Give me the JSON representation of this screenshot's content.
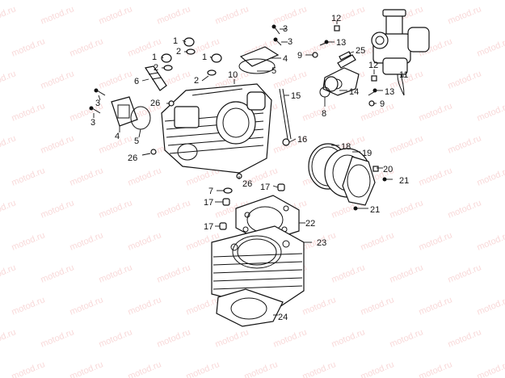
{
  "watermark": "motod.ru",
  "callouts": [
    {
      "id": "c1a",
      "text": "1"
    },
    {
      "id": "c1b",
      "text": "1"
    },
    {
      "id": "c1c",
      "text": "1"
    },
    {
      "id": "c2a",
      "text": "2"
    },
    {
      "id": "c2b",
      "text": "2"
    },
    {
      "id": "c2c",
      "text": "2"
    },
    {
      "id": "c3a",
      "text": "3"
    },
    {
      "id": "c3b",
      "text": "3"
    },
    {
      "id": "c3c",
      "text": "3"
    },
    {
      "id": "c3d",
      "text": "3"
    },
    {
      "id": "c4a",
      "text": "4"
    },
    {
      "id": "c4b",
      "text": "4"
    },
    {
      "id": "c5a",
      "text": "5"
    },
    {
      "id": "c5b",
      "text": "5"
    },
    {
      "id": "c6",
      "text": "6"
    },
    {
      "id": "c7",
      "text": "7"
    },
    {
      "id": "c8",
      "text": "8"
    },
    {
      "id": "c9a",
      "text": "9"
    },
    {
      "id": "c9b",
      "text": "9"
    },
    {
      "id": "c10",
      "text": "10"
    },
    {
      "id": "c11",
      "text": "11"
    },
    {
      "id": "c12a",
      "text": "12"
    },
    {
      "id": "c12b",
      "text": "12"
    },
    {
      "id": "c13a",
      "text": "13"
    },
    {
      "id": "c13b",
      "text": "13"
    },
    {
      "id": "c14",
      "text": "14"
    },
    {
      "id": "c15",
      "text": "15"
    },
    {
      "id": "c16",
      "text": "16"
    },
    {
      "id": "c17a",
      "text": "17"
    },
    {
      "id": "c17b",
      "text": "17"
    },
    {
      "id": "c17c",
      "text": "17"
    },
    {
      "id": "c18",
      "text": "18"
    },
    {
      "id": "c19",
      "text": "19"
    },
    {
      "id": "c20",
      "text": "20"
    },
    {
      "id": "c21a",
      "text": "21"
    },
    {
      "id": "c21b",
      "text": "21"
    },
    {
      "id": "c22",
      "text": "22"
    },
    {
      "id": "c23",
      "text": "23"
    },
    {
      "id": "c24",
      "text": "24"
    },
    {
      "id": "c25",
      "text": "25"
    },
    {
      "id": "c26a",
      "text": "26"
    },
    {
      "id": "c26b",
      "text": "26"
    },
    {
      "id": "c26c",
      "text": "26"
    }
  ]
}
